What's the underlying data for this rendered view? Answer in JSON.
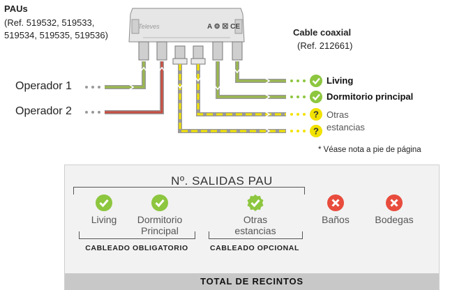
{
  "paus": {
    "title": "PAUs",
    "refs_line1": "(Ref. 519532, 519533,",
    "refs_line2": "519534, 519535, 519536)"
  },
  "device": {
    "brand": "Televes",
    "marks": "A ⚙ ☒ CE"
  },
  "cable": {
    "title": "Cable coaxial",
    "ref": "(Ref. 212661)"
  },
  "operators": {
    "op1": "Operador 1",
    "op2": "Operador 2"
  },
  "outputs": {
    "living": "Living",
    "dormitorio": "Dormitorio principal",
    "otras_line1": "Otras",
    "otras_line2": "estancias"
  },
  "note": "* Véase nota a pie de página",
  "panel": {
    "title": "Nº. SALIDAS PAU",
    "items": [
      {
        "label1": "Living",
        "label2": ""
      },
      {
        "label1": "Dormitorio",
        "label2": "Principal"
      },
      {
        "label1": "Otras",
        "label2": "estancias"
      },
      {
        "label1": "Baños",
        "label2": ""
      },
      {
        "label1": "Bodegas",
        "label2": ""
      }
    ],
    "group_obligatorio": "CABLEADO OBLIGATORIO",
    "group_opcional": "CABLEADO OPCIONAL",
    "footer": "TOTAL DE RECINTOS"
  },
  "colors": {
    "green": "#8dc63f",
    "red": "#e84c3d",
    "yellow": "#f2e200",
    "cable_green": "#9ab84a",
    "cable_red": "#c94a3e",
    "cable_gray": "#9a9a9a"
  }
}
